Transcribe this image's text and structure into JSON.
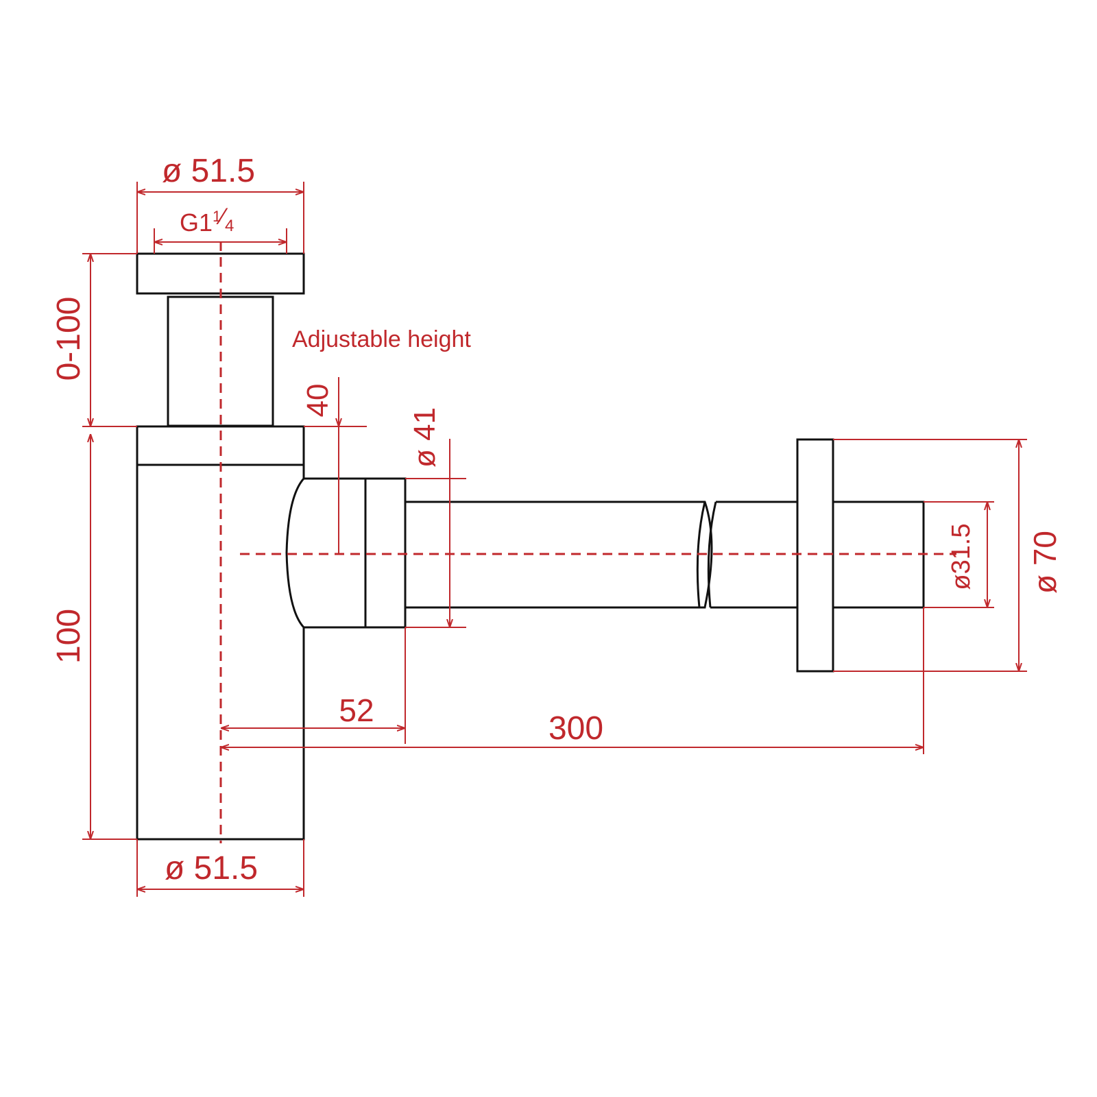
{
  "colors": {
    "part_outline": "#111111",
    "dimension": "#c0282c",
    "background": "#ffffff"
  },
  "dimensions": {
    "cap_outer_diameter": "ø 51.5",
    "thread_label_main": "G1",
    "thread_frac_num": "1",
    "thread_frac_den": "4",
    "adjustable_height_range": "0-100",
    "adjustable_height_note": "Adjustable height",
    "body_height": "100",
    "outlet_offset": "40",
    "outlet_nut_diameter": "ø 41",
    "pipe_diameter": "ø31.5",
    "flange_diameter": "ø 70",
    "outlet_projection": "52",
    "pipe_length": "300",
    "body_outer_diameter": "ø 51.5"
  }
}
